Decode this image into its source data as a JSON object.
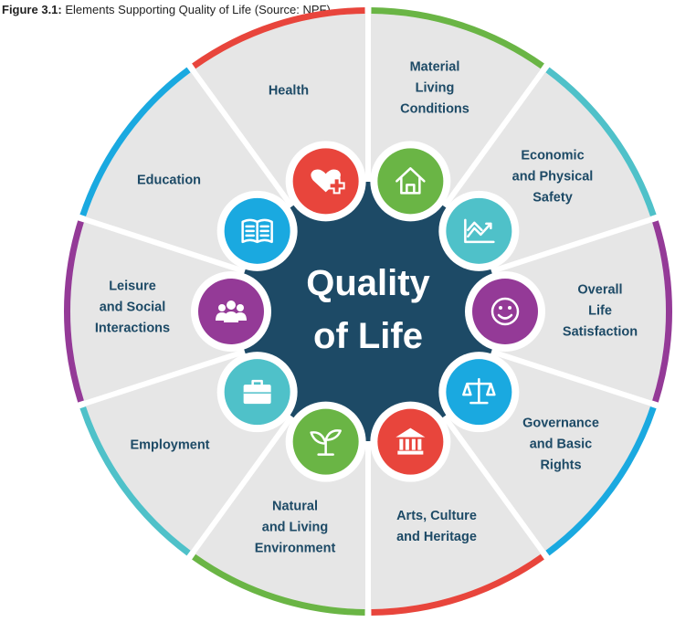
{
  "caption": {
    "bold": "Figure 3.1:",
    "text": " Elements Supporting Quality of Life (Source: NPF)."
  },
  "center": {
    "line1": "Quality",
    "line2": "of Life",
    "color": "#1d4a66"
  },
  "segment_fill": "#e6e6e6",
  "segments": [
    {
      "label": "Material\nLiving\nConditions",
      "color": "#6ab545",
      "icon": "house-icon"
    },
    {
      "label": "Economic\nand Physical\nSafety",
      "color": "#4fc1c9",
      "icon": "line-chart-icon"
    },
    {
      "label": "Overall\nLife\nSatisfaction",
      "color": "#943a97",
      "icon": "smiley-icon"
    },
    {
      "label": "Governance\nand Basic\nRights",
      "color": "#1aa9e0",
      "icon": "scales-icon"
    },
    {
      "label": "Arts, Culture\nand Heritage",
      "color": "#e8453c",
      "icon": "museum-icon"
    },
    {
      "label": "Natural\nand Living\nEnvironment",
      "color": "#6ab545",
      "icon": "plant-icon"
    },
    {
      "label": "Employment",
      "color": "#4fc1c9",
      "icon": "briefcase-icon"
    },
    {
      "label": "Leisure\nand Social\nInteractions",
      "color": "#943a97",
      "icon": "people-icon"
    },
    {
      "label": "Education",
      "color": "#1aa9e0",
      "icon": "book-icon"
    },
    {
      "label": "Health",
      "color": "#e8453c",
      "icon": "heart-plus-icon"
    }
  ]
}
